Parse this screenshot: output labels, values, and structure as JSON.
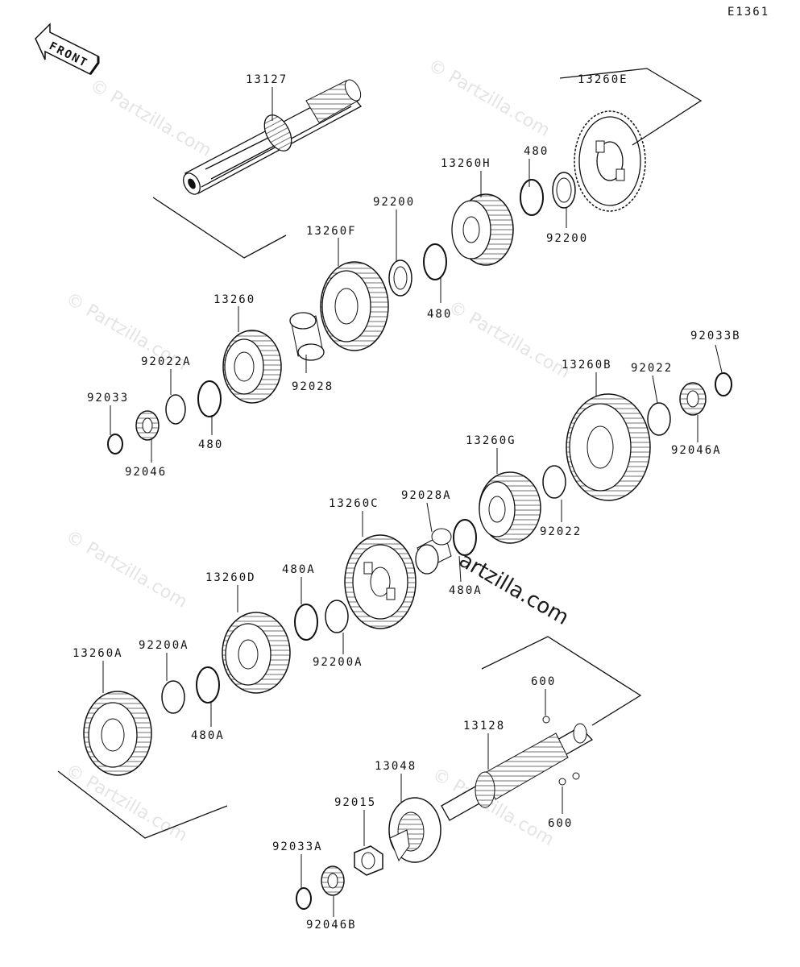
{
  "diagram": {
    "code": "E1361",
    "front_label": "FRONT",
    "watermark": "© Partzilla.com",
    "watermark_large": "artzilla.com",
    "labels": [
      "13127",
      "13260E",
      "480",
      "13260H",
      "92200",
      "92200",
      "13260F",
      "480",
      "13260",
      "92022A",
      "92028",
      "92033",
      "480",
      "92046",
      "92033B",
      "13260B",
      "92022",
      "92046A",
      "13260G",
      "92028A",
      "13260C",
      "92022",
      "480A",
      "480A",
      "13260D",
      "92200A",
      "13260A",
      "92200A",
      "480A",
      "600",
      "13128",
      "600",
      "13048",
      "92015",
      "92033A",
      "92046B"
    ]
  }
}
